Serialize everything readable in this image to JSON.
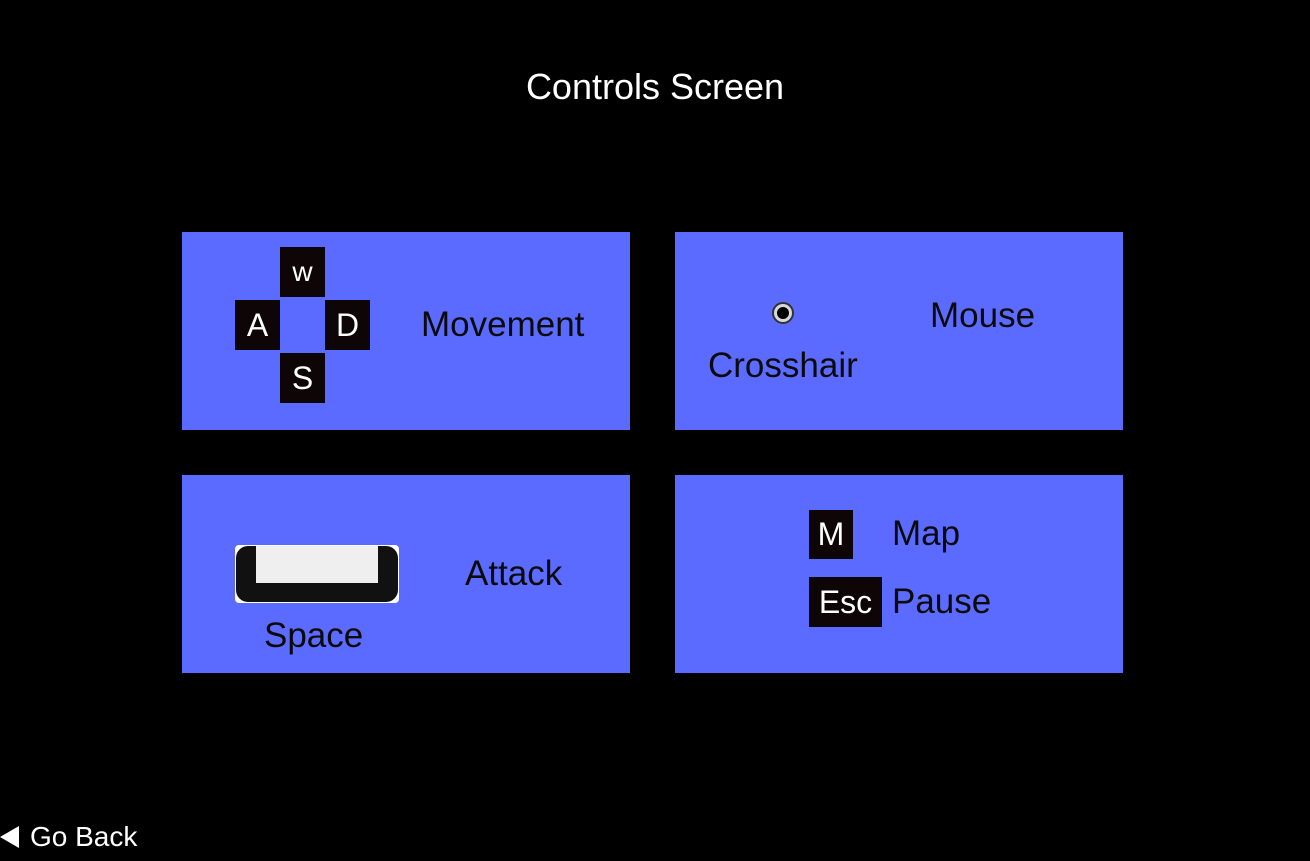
{
  "title": "Controls Screen",
  "colors": {
    "background": "#000000",
    "panel": "#5b6bff",
    "key": "#0e0507",
    "text_dark": "#0a0a0a",
    "text_light": "#ffffff"
  },
  "panels": {
    "movement": {
      "keys": {
        "w": "w",
        "a": "A",
        "d": "D",
        "s": "S"
      },
      "label": "Movement"
    },
    "mouse": {
      "icon": "crosshair-icon",
      "icon_label": "Crosshair",
      "label": "Mouse"
    },
    "attack": {
      "key_icon": "spacebar-icon",
      "key_label": "Space",
      "label": "Attack"
    },
    "other": {
      "items": [
        {
          "key": "M",
          "label": "Map"
        },
        {
          "key": "Esc",
          "label": "Pause"
        }
      ]
    }
  },
  "go_back": {
    "icon": "triangle-left-icon",
    "label": "Go Back"
  }
}
